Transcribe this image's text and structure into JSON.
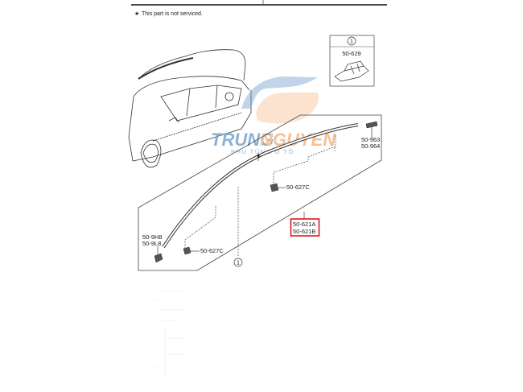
{
  "note": "This part is not serviced.",
  "callout": {
    "number": "1",
    "part": "50-629"
  },
  "parts": {
    "clip_rear_a": "50-963",
    "clip_rear_b": "50-964",
    "fastener_upper": "50-627C",
    "molding_a": "50-621A",
    "molding_b": "50-621B",
    "end_piece_a": "50-9H8",
    "end_piece_b": "50-9L8",
    "fastener_lower": "50-627C",
    "ref_number": "1"
  },
  "watermark": {
    "brand_a": "TRUNG",
    "brand_b": "NGUYEN",
    "tagline": "PHỤ TÙNG Ô TÔ"
  },
  "colors": {
    "highlight": "#e0141e",
    "brand_blue": "#6f9fc9",
    "brand_orange": "#f5b27a"
  }
}
